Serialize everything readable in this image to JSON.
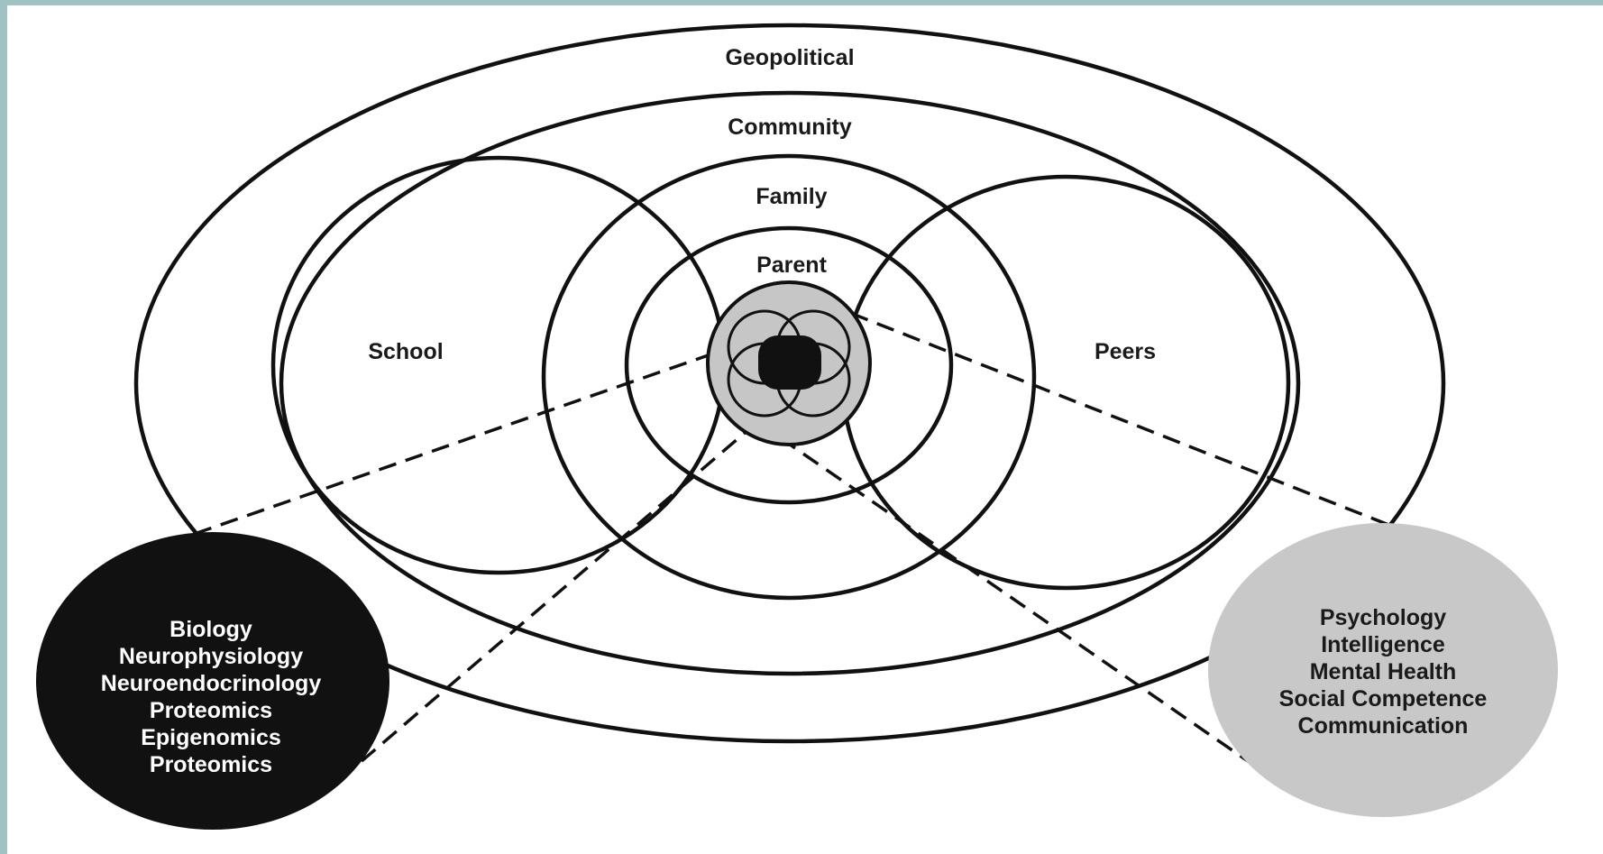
{
  "diagram": {
    "rings": {
      "geopolitical": "Geopolitical",
      "community": "Community",
      "family": "Family",
      "parent": "Parent",
      "school": "School",
      "peers": "Peers"
    },
    "biology_panel": {
      "items": [
        "Biology",
        "Neurophysiology",
        "Neuroendocrinology",
        "Proteomics",
        "Epigenomics",
        "Proteomics"
      ]
    },
    "psychology_panel": {
      "items": [
        "Psychology",
        "Intelligence",
        "Mental Health",
        "Social Competence",
        "Communication"
      ]
    }
  },
  "colors": {
    "background": "#9fc3c3",
    "stroke": "#111111",
    "biology_fill": "#111111",
    "psychology_fill": "#c8c8c8",
    "core_fill": "#c6c6c6"
  }
}
